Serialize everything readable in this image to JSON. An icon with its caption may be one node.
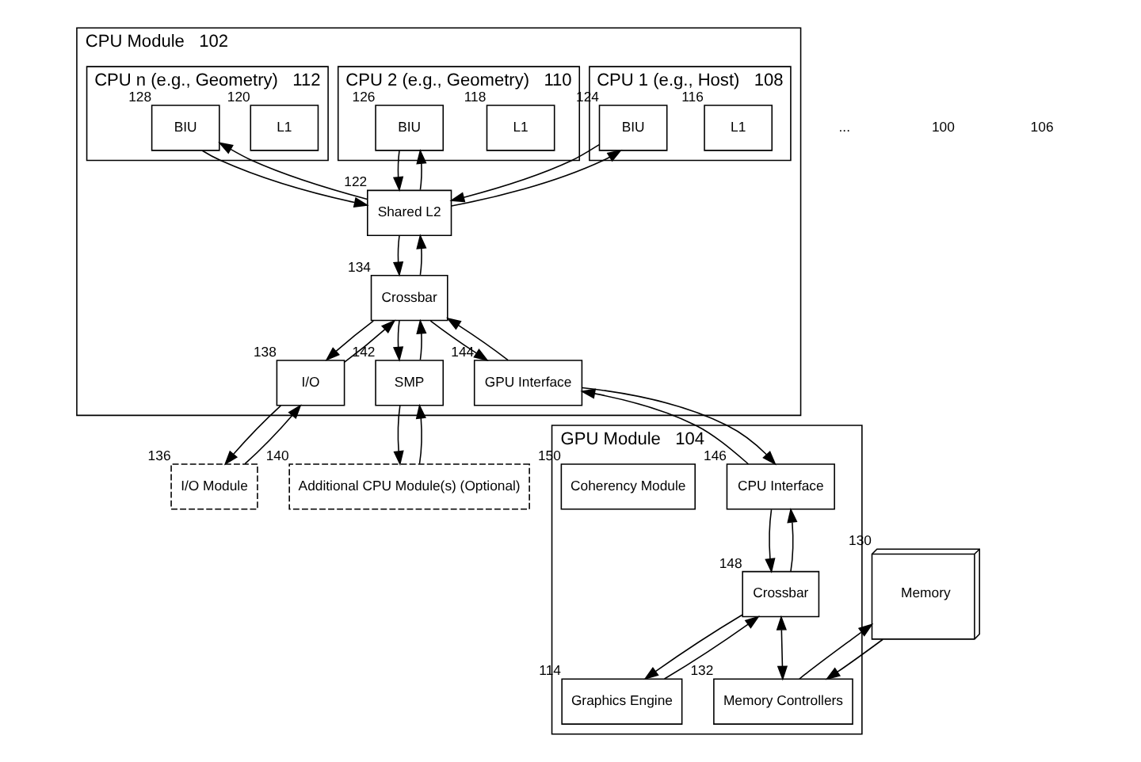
{
  "diagram": {
    "nodes": [
      {
        "text": [
          "CPU Module"
        ],
        "beside": [
          "102"
        ]
      },
      {
        "text": [
          "CPU 1 (e.g., Host)"
        ],
        "in": 0,
        "beside": [
          "108"
        ]
      },
      {
        "text": [
          "L1"
        ],
        "in": 1,
        "beside": [
          "116"
        ]
      },
      {
        "text": [
          "BIU"
        ],
        "in": 1,
        "beside": [
          "124"
        ]
      },
      {
        "text": [
          "CPU 2 (e.g., Geometry)"
        ],
        "in": 0,
        "beside": [
          "110"
        ]
      },
      {
        "text": [
          "L1"
        ],
        "in": 4,
        "beside": [
          "118"
        ]
      },
      {
        "text": [
          "BIU"
        ],
        "in": 4,
        "beside": [
          "126"
        ]
      },
      {
        "text": [
          "CPU n (e.g., Geometry)"
        ],
        "in": 0,
        "beside": [
          "112"
        ]
      },
      {
        "text": [
          "L1"
        ],
        "in": 7,
        "beside": [
          "120"
        ]
      },
      {
        "text": [
          "BIU"
        ],
        "in": 7,
        "beside": [
          "128"
        ]
      },
      {
        "text": [
          "Shared L2"
        ],
        "in": 0,
        "beside": [
          "122"
        ]
      },
      {
        "text": [
          "I/O"
        ],
        "in": 0,
        "beside": [
          "138"
        ]
      },
      {
        "text": [
          "Crossbar"
        ],
        "in": 0,
        "beside": [
          "134"
        ]
      },
      {
        "text": [
          "SMP"
        ],
        "in": 0,
        "beside": [
          "142"
        ]
      },
      {
        "text": [
          "GPU Interface"
        ],
        "in": 0,
        "beside": [
          "144"
        ]
      },
      {
        "text": [
          "I/O Module"
        ],
        "beside": [
          "136"
        ]
      },
      {
        "text": [
          "Additional CPU Module(s) (Optional)"
        ],
        "beside": [
          "140"
        ]
      },
      {
        "text": [
          "GPU Module"
        ],
        "beside": [
          "104"
        ]
      },
      {
        "text": [
          "CPU Interface"
        ],
        "in": 17,
        "beside": [
          "146"
        ]
      },
      {
        "text": [
          "Coherency Module"
        ],
        "in": 17,
        "beside": [
          "150"
        ]
      },
      {
        "text": [
          "Crossbar"
        ],
        "in": 17,
        "beside": [
          "148"
        ]
      },
      {
        "text": [
          "Graphics Engine"
        ],
        "in": 17,
        "beside": [
          "114"
        ]
      },
      {
        "text": [
          "Memory Controllers"
        ],
        "in": 17,
        "beside": [
          "132"
        ]
      },
      {
        "text": [
          "Memory"
        ],
        "beside": [
          "130"
        ]
      }
    ],
    "edges": [
      {
        "from": 3,
        "to": 10,
        "arrow": "to"
      },
      {
        "from": 10,
        "to": 3,
        "arrow": "to"
      },
      {
        "from": 6,
        "to": 10,
        "arrow": "to"
      },
      {
        "from": 10,
        "to": 6,
        "arrow": "to"
      },
      {
        "from": 9,
        "to": 10,
        "arrow": "to"
      },
      {
        "from": 10,
        "to": 9,
        "arrow": "to"
      },
      {
        "from": 10,
        "to": 12,
        "arrow": "to"
      },
      {
        "from": 12,
        "to": 10,
        "arrow": "to"
      },
      {
        "from": 15,
        "to": 11,
        "arrow": "to"
      },
      {
        "from": 11,
        "to": 15,
        "arrow": "to"
      },
      {
        "from": 11,
        "to": 12,
        "arrow": "to"
      },
      {
        "from": 12,
        "to": 11,
        "arrow": "to"
      },
      {
        "from": 12,
        "to": 13,
        "arrow": "to"
      },
      {
        "from": 13,
        "to": 12,
        "arrow": "to"
      },
      {
        "from": 13,
        "to": 16,
        "arrow": "to"
      },
      {
        "from": 16,
        "to": 13,
        "arrow": "to"
      },
      {
        "from": 12,
        "to": 14,
        "arrow": "to"
      },
      {
        "from": 14,
        "to": 12,
        "arrow": "to"
      },
      {
        "from": 14,
        "to": 18,
        "arrow": "to"
      },
      {
        "from": 18,
        "to": 14,
        "arrow": "to"
      },
      {
        "from": 18,
        "to": 20,
        "arrow": "to"
      },
      {
        "from": 20,
        "to": 18,
        "arrow": "to"
      },
      {
        "from": 20,
        "to": 21,
        "arrow": "to"
      },
      {
        "from": 21,
        "to": 20,
        "arrow": "to"
      },
      {
        "from": 20,
        "to": 22,
        "arrow": "both"
      },
      {
        "from": 23,
        "to": 22,
        "arrow": "to"
      },
      {
        "from": 22,
        "to": 23,
        "arrow": "to"
      }
    ],
    "labels": [
      "...",
      "100",
      "106"
    ]
  }
}
